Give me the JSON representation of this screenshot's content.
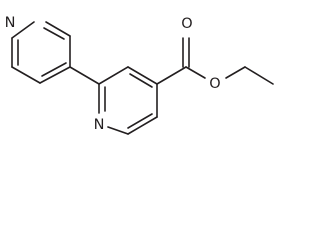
{
  "atoms": {
    "pyridyl_nitrogen": "N",
    "ring_nitrogen": "N",
    "carbonyl_oxygen": "O",
    "ester_oxygen": "O"
  },
  "colors": {
    "ink": "#231f20",
    "background": "#ffffff"
  }
}
